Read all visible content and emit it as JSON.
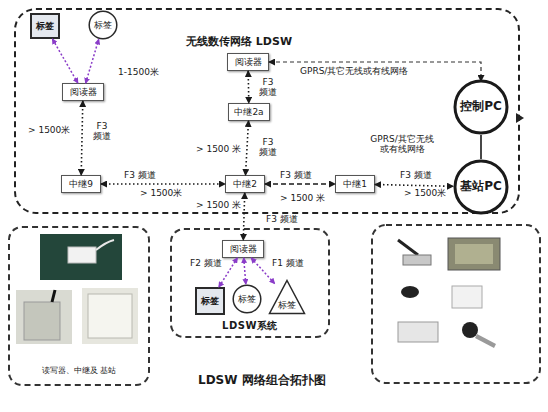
{
  "diagram": {
    "caption": "LDSW 网络组合拓扑图",
    "nodes": [
      {
        "text": [
          "无线数传网络 LDSW"
        ]
      },
      {
        "text": [
          "标签"
        ],
        "in": 0
      },
      {
        "text": [
          "标签"
        ],
        "in": 0
      },
      {
        "text": [
          "阅读器"
        ],
        "in": 0
      },
      {
        "text": [
          "阅读器"
        ],
        "in": 0
      },
      {
        "text": [
          "控制PC"
        ],
        "in": 0
      },
      {
        "text": [
          "中继2a"
        ],
        "in": 0
      },
      {
        "text": [
          "中继9"
        ],
        "in": 0
      },
      {
        "text": [
          "中继2"
        ],
        "in": 0
      },
      {
        "text": [
          "中继1"
        ],
        "in": 0
      },
      {
        "text": [
          "基站PC"
        ],
        "in": 0
      },
      {
        "text": [
          "读写器、中继及 基站"
        ]
      },
      {
        "text": [
          "LDSW系统"
        ]
      },
      {
        "text": [
          "阅读器"
        ],
        "in": 12
      },
      {
        "text": [
          "标签"
        ],
        "in": 12
      },
      {
        "text": [
          "标签"
        ],
        "in": 12
      },
      {
        "text": [
          "标签"
        ],
        "in": 12
      }
    ],
    "edges": [
      {
        "from": 3,
        "to": 1,
        "arrow": "both"
      },
      {
        "from": 3,
        "to": 2,
        "arrow": "both"
      },
      {
        "from": 3,
        "to": 7,
        "label": "F3 频道",
        "arrow": "both"
      },
      {
        "from": 4,
        "to": 5,
        "label": "GPRS/其它无线或有线网络",
        "arrow": "both"
      },
      {
        "from": 4,
        "to": 6,
        "label": "F3 频道",
        "arrow": "both"
      },
      {
        "from": 6,
        "to": 8,
        "label": "F3 频道",
        "arrow": "both"
      },
      {
        "from": 7,
        "to": 8,
        "label": "F3 频道",
        "arrow": "both"
      },
      {
        "from": 8,
        "to": 9,
        "label": "F3 频道",
        "arrow": "both"
      },
      {
        "from": 9,
        "to": 10,
        "label": "F3 频道",
        "arrow": "both"
      },
      {
        "from": 5,
        "to": 10,
        "label": "GPRS/其它无线 或有线网络",
        "arrow": "none"
      },
      {
        "from": 8,
        "to": 13,
        "label": "F3 频道",
        "arrow": "both"
      },
      {
        "from": 13,
        "to": 14,
        "label": "F2 频道",
        "arrow": "both"
      },
      {
        "from": 13,
        "to": 15,
        "arrow": "both"
      },
      {
        "from": 13,
        "to": 16,
        "label": "F1 频道",
        "arrow": "both"
      }
    ],
    "labels": [
      "1-1500米",
      "> 1500米",
      "> 1500 米",
      "> 1500米",
      "> 1500 米",
      "> 1500米",
      "> 1500 米"
    ]
  }
}
